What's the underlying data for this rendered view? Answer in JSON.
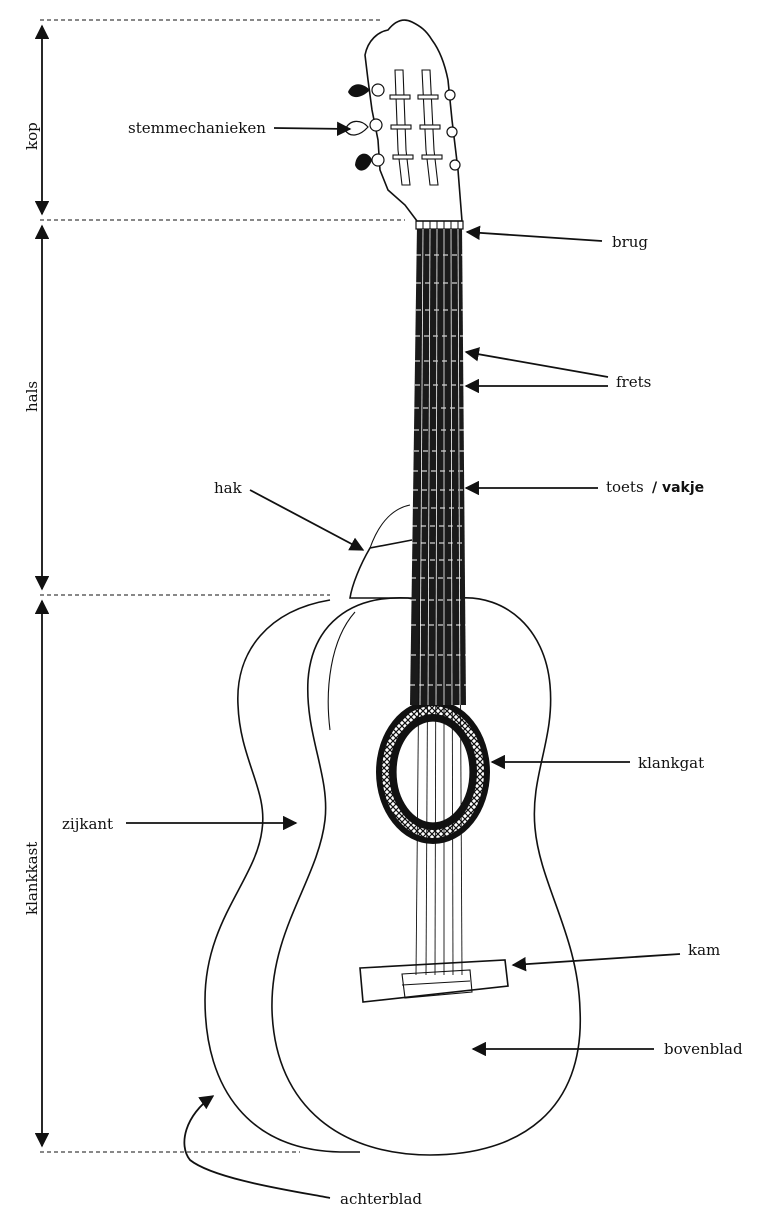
{
  "sections": {
    "kop": "kop",
    "hals": "hals",
    "klankkast": "klankkast"
  },
  "labels": {
    "stemmechanieken": "stemmechanieken",
    "brug": "brug",
    "frets": "frets",
    "toets": "toets",
    "toets_suffix": "/ vakje",
    "hak": "hak",
    "klankgat": "klankgat",
    "zijkant": "zijkant",
    "kam": "kam",
    "bovenblad": "bovenblad",
    "achterblad": "achterblad"
  },
  "colors": {
    "line": "#111111",
    "fretboard": "#1a1a1a",
    "fret_marks": "#ffffff"
  }
}
